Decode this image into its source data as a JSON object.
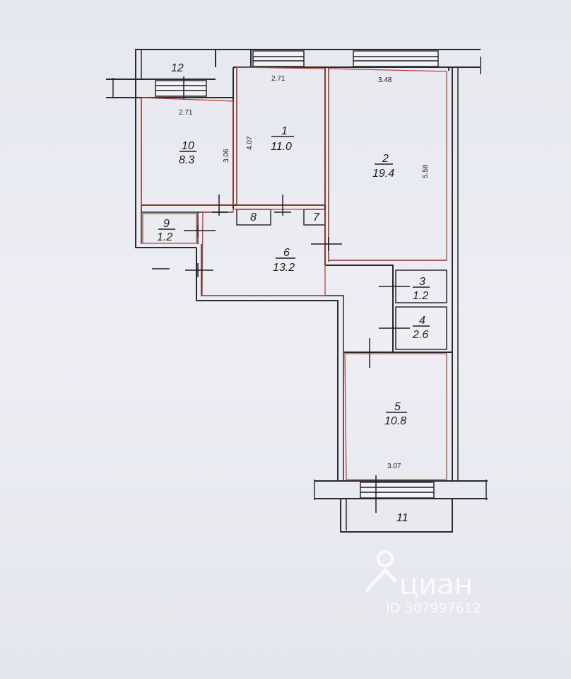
{
  "rooms": [
    {
      "num": "1",
      "area": "11.0"
    },
    {
      "num": "2",
      "area": "19.4"
    },
    {
      "num": "3",
      "area": "1.2"
    },
    {
      "num": "4",
      "area": "2.6"
    },
    {
      "num": "5",
      "area": "10.8"
    },
    {
      "num": "6",
      "area": "13.2"
    },
    {
      "num": "7"
    },
    {
      "num": "8"
    },
    {
      "num": "9",
      "area": "1.2"
    },
    {
      "num": "10",
      "area": "8.3"
    },
    {
      "num": "11"
    },
    {
      "num": "12"
    }
  ],
  "dimensions": {
    "room1_width": "2.71",
    "room1_depth": "4.07",
    "room2_width": "3.48",
    "room2_depth": "5.58",
    "room10_width": "2.71",
    "room10_depth": "3.06",
    "room5_width": "3.07"
  },
  "watermark": {
    "brand": "циан",
    "id": "ID 307997612"
  },
  "colors": {
    "background": "#e8eaf0",
    "walls": "#2a2a2e",
    "room_outline": "#b8443a"
  }
}
